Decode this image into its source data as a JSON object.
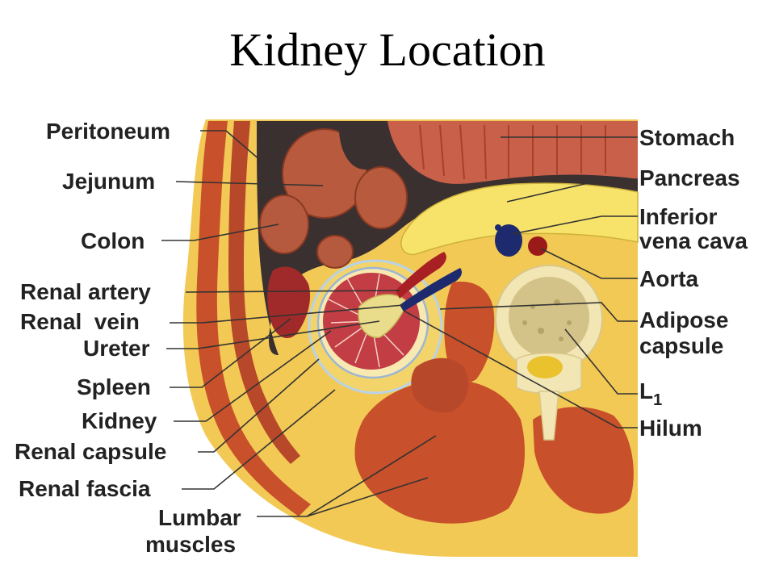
{
  "title": "Kidney Location",
  "labels": {
    "peritoneum": "Peritoneum",
    "jejunum": "Jejunum",
    "colon": "Colon",
    "renal_artery": "Renal artery",
    "renal_vein": "Renal  vein",
    "ureter": "Ureter",
    "spleen": "Spleen",
    "kidney": "Kidney",
    "renal_capsule": "Renal capsule",
    "renal_fascia": "Renal fascia",
    "lumbar_muscles_line1": "Lumbar",
    "lumbar_muscles_line2": "muscles",
    "stomach": "Stomach",
    "pancreas": "Pancreas",
    "ivc_line1": "Inferior",
    "ivc_line2": "vena cava",
    "aorta": "Aorta",
    "adipose_line1": "Adipose",
    "adipose_line2": "capsule",
    "l1": "L",
    "l1_sub": "1",
    "hilum": "Hilum"
  },
  "colors": {
    "fat": "#f2c955",
    "muscle": "#c8502a",
    "muscle_dark": "#a83a1e",
    "cavity": "#3a3030",
    "pancreas": "#f7e36a",
    "vessel_blue": "#1e2a6e",
    "vessel_red": "#9a1a1a",
    "bone": "#f3e6b5",
    "kidney": "#c23d44"
  }
}
